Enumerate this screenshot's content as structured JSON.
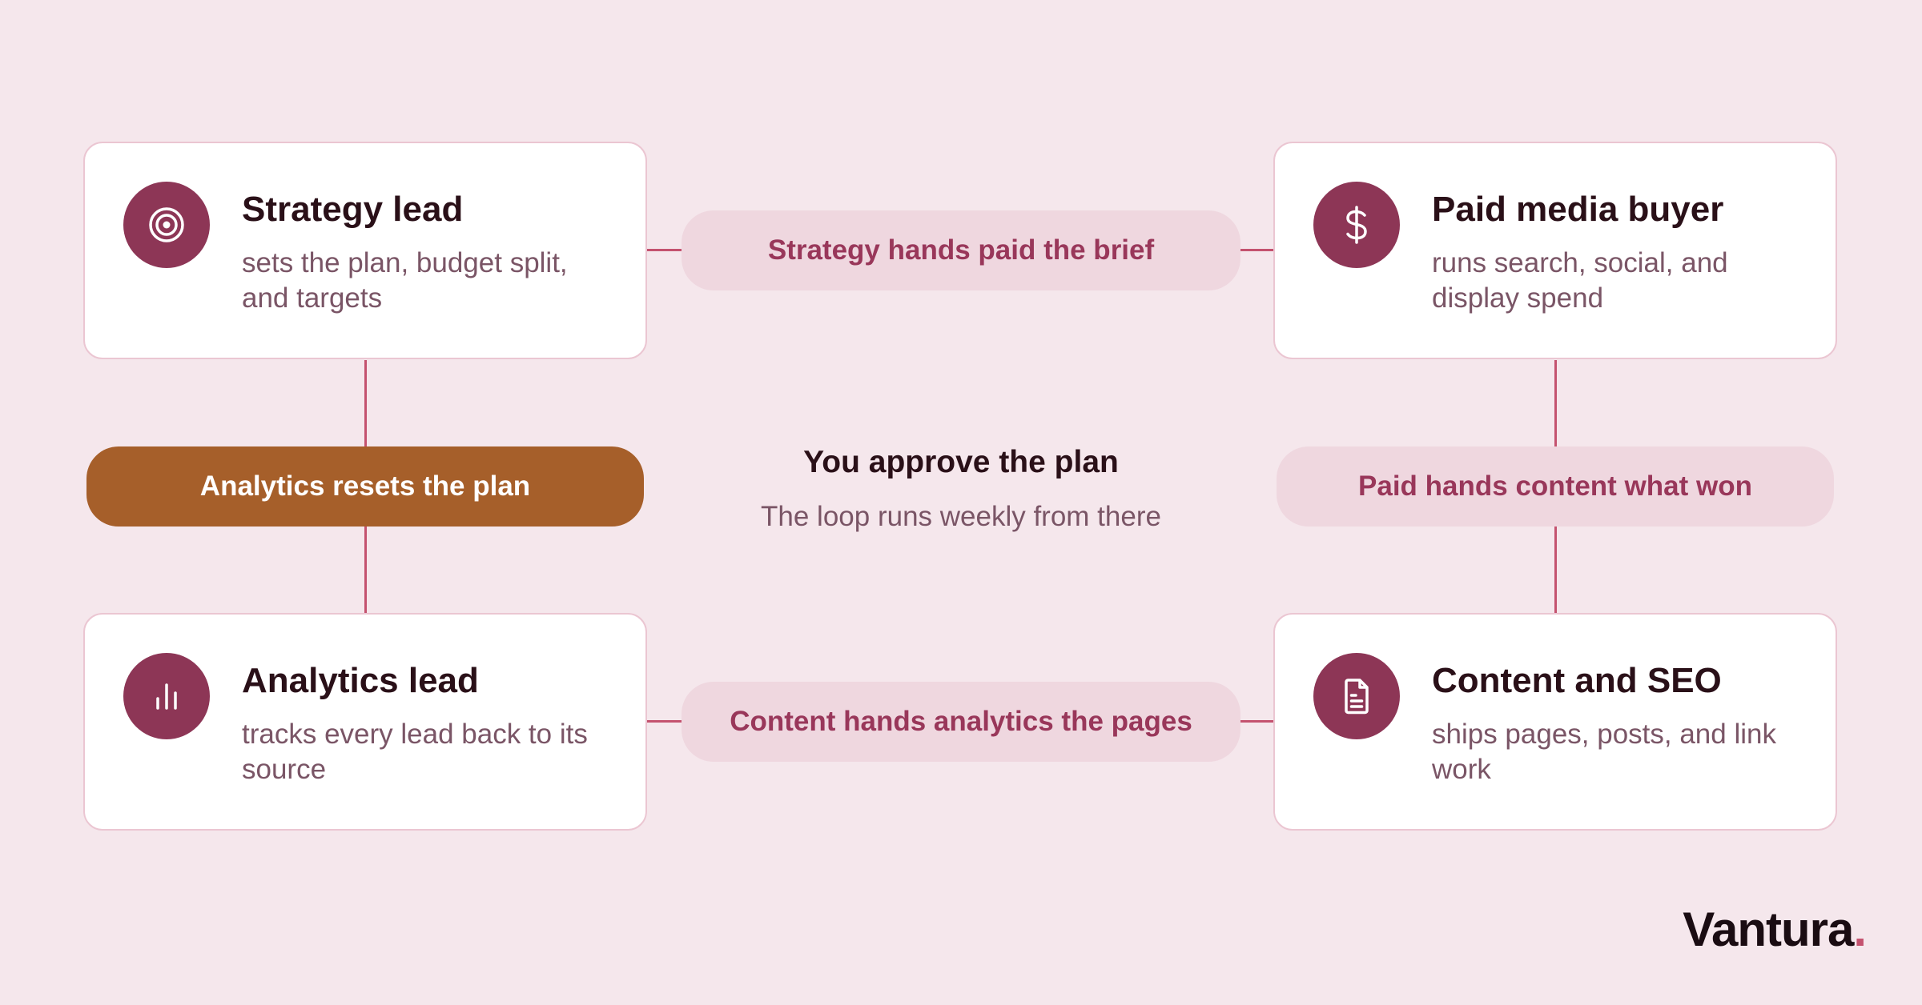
{
  "cards": [
    {
      "title": "Strategy lead",
      "description": "sets the plan, budget split, and targets",
      "icon": "target-icon"
    },
    {
      "title": "Paid media buyer",
      "description": "runs search, social, and display spend",
      "icon": "dollar-icon"
    },
    {
      "title": "Analytics lead",
      "description": "tracks every lead back to its source",
      "icon": "bar-chart-icon"
    },
    {
      "title": "Content and SEO",
      "description": "ships pages, posts, and link work",
      "icon": "document-icon"
    }
  ],
  "handoffs": [
    {
      "label": "Strategy hands paid the brief"
    },
    {
      "label": "Paid hands content what won"
    },
    {
      "label": "Content hands analytics the pages"
    },
    {
      "label": "Analytics resets the plan"
    }
  ],
  "center": {
    "title": "You approve the plan",
    "subtitle": "The loop runs weekly from there"
  },
  "brand": {
    "name": "Vantura",
    "dot": "."
  },
  "colors": {
    "background": "#f5e7ec",
    "icon_circle": "#8d3656",
    "connector": "#c4526f",
    "pill_soft": "#efd7df",
    "pill_accent": "#a65f2a"
  }
}
